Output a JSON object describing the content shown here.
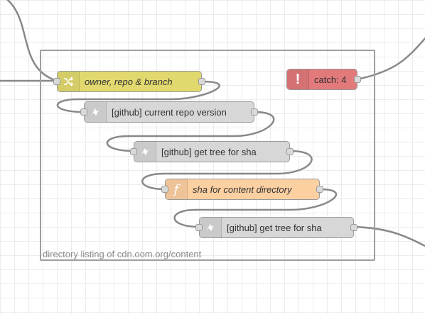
{
  "canvas": {
    "group_label": "directory listing of cdn.oom.org/content"
  },
  "nodes": [
    {
      "id": "change",
      "label": "owner, repo & branch",
      "icon": "shuffle-icon",
      "color": "#e2d96e"
    },
    {
      "id": "github1",
      "label": "[github] current repo version",
      "icon": "github-icon",
      "color": "#d7d7d7"
    },
    {
      "id": "github2",
      "label": "[github] get tree for sha",
      "icon": "github-icon",
      "color": "#d7d7d7"
    },
    {
      "id": "function",
      "label": "sha for content directory",
      "icon": "function-icon",
      "color": "#fdd0a2"
    },
    {
      "id": "github3",
      "label": "[github] get tree for sha",
      "icon": "github-icon",
      "color": "#d7d7d7"
    },
    {
      "id": "catch",
      "label": "catch: 4",
      "icon": "alert-icon",
      "color": "#e2797b"
    }
  ]
}
